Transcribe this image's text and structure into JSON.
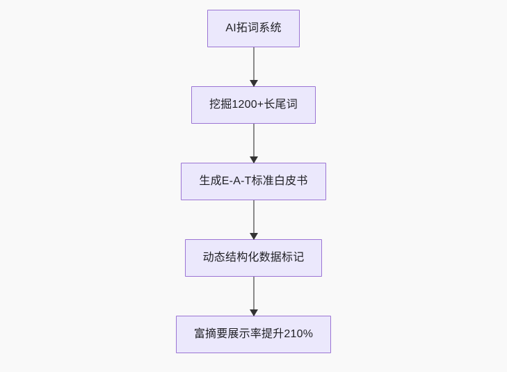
{
  "diagram": {
    "type": "flowchart",
    "direction": "top-to-bottom",
    "background_color": "#f9f9f9",
    "node_fill_color": "#ebe8fc",
    "node_border_color": "#9b74d4",
    "node_text_color": "#1f1f24",
    "connector_color": "#8a8a8a",
    "arrowhead_color": "#333333",
    "nodes": [
      {
        "id": "n1",
        "label": "AI拓词系统"
      },
      {
        "id": "n2",
        "label": "挖掘1200+长尾词"
      },
      {
        "id": "n3",
        "label": "生成E-A-T标准白皮书"
      },
      {
        "id": "n4",
        "label": "动态结构化数据标记"
      },
      {
        "id": "n5",
        "label": "富摘要展示率提升210%"
      }
    ],
    "edges": [
      {
        "from": "n1",
        "to": "n2",
        "label": ""
      },
      {
        "from": "n2",
        "to": "n3",
        "label": ""
      },
      {
        "from": "n3",
        "to": "n4",
        "label": ""
      },
      {
        "from": "n4",
        "to": "n5",
        "label": ""
      }
    ]
  }
}
